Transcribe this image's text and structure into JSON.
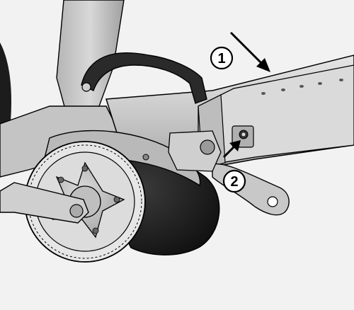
{
  "illustration": {
    "subject": "e-bike-mid-drive-motor-battery-removal",
    "colors": {
      "background": "#f2f2f2",
      "frame_light": "#d4d4d4",
      "frame_mid": "#a9a9a9",
      "frame_dark": "#7a7a7a",
      "motor_black": "#1e1e1e",
      "outline": "#000000"
    }
  },
  "callouts": [
    {
      "number": "1",
      "target": "battery-tube-slide-direction"
    },
    {
      "number": "2",
      "target": "battery-lock-screw"
    }
  ]
}
